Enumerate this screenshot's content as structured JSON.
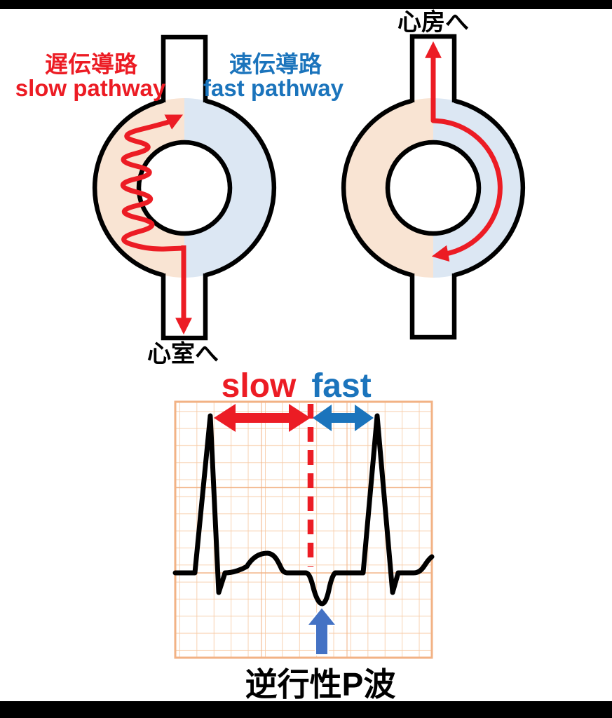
{
  "palette": {
    "red": "#ec1c24",
    "pathway_blue": "#1b74bc",
    "soft_arrow_blue": "#4472c4",
    "slow_half_fill": "#f9e4d3",
    "fast_half_fill": "#dce7f3",
    "grid_minor": "#f7cba6",
    "grid_major": "#f2b284",
    "outline": "#000000"
  },
  "figures": {
    "left": {
      "slow_pathway_jp": "遅伝導路",
      "slow_pathway_en": "slow pathway",
      "fast_pathway_jp": "速伝導路",
      "fast_pathway_en": "fast pathway",
      "exit_label": "心室へ"
    },
    "right": {
      "exit_label": "心房へ"
    }
  },
  "ecg": {
    "slow_interval_label": "slow",
    "fast_interval_label": "fast",
    "retrograde_p_label": "逆行性P波"
  }
}
